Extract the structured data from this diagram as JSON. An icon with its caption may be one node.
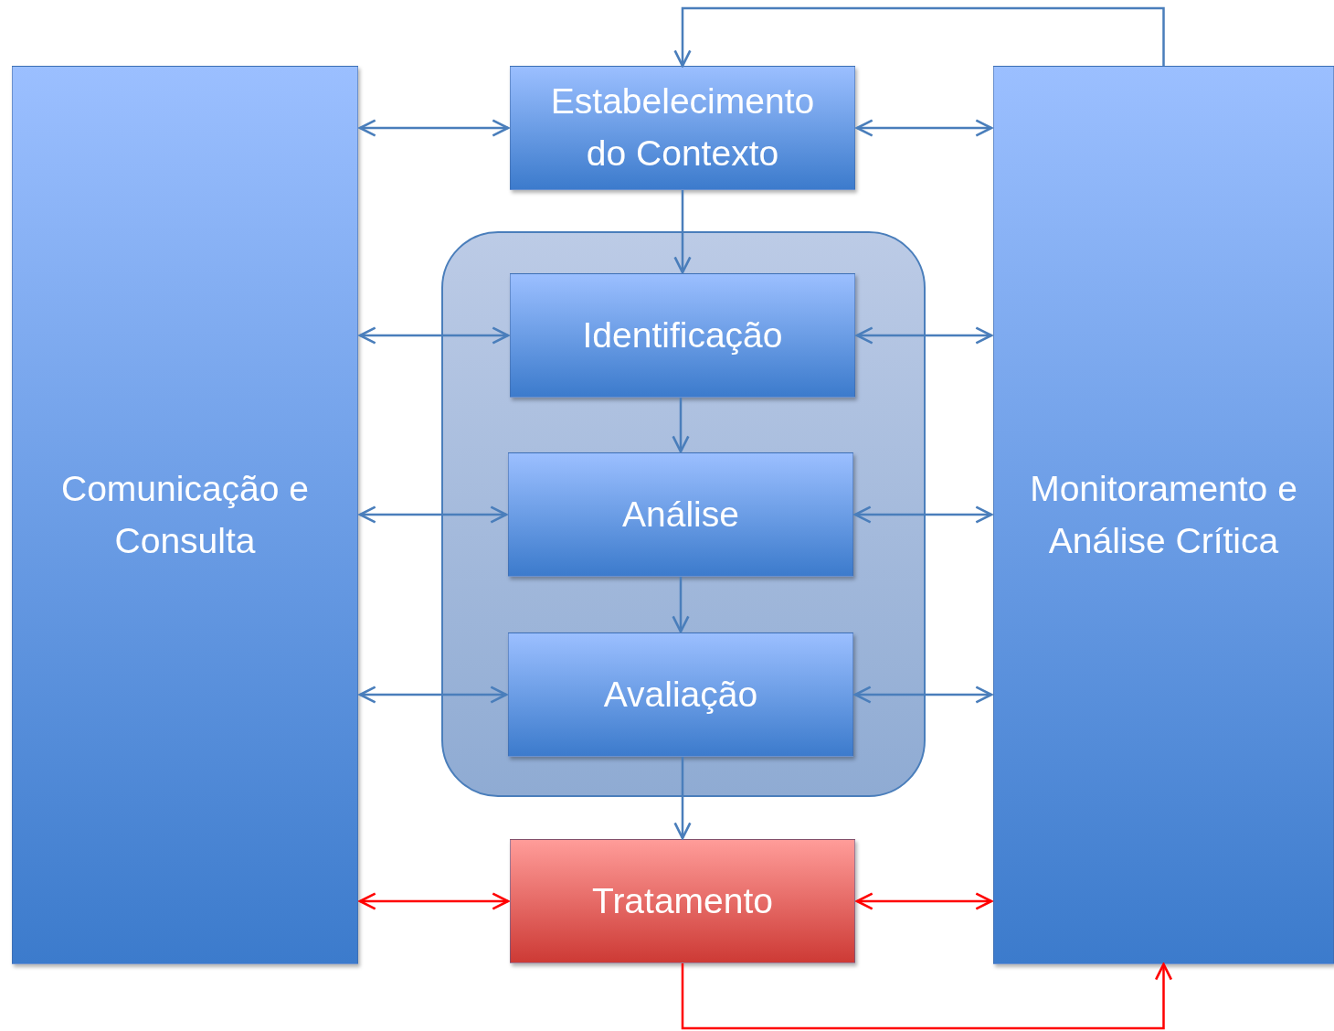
{
  "diagram": {
    "nodes": [
      {
        "text": [
          "Comunicação e Consulta"
        ]
      },
      {
        "text": [
          "Estabelecimento do Contexto"
        ]
      },
      {
        "text": [],
        "shape": "box"
      },
      {
        "text": [
          "Identificação"
        ],
        "in": 2
      },
      {
        "text": [
          "Análise"
        ],
        "in": 2
      },
      {
        "text": [
          "Avaliação"
        ],
        "in": 2
      },
      {
        "text": [
          "Tratamento"
        ]
      },
      {
        "text": [
          "Monitoramento e Análise Crítica"
        ]
      }
    ],
    "edges": [
      {
        "from": 0,
        "to": 1,
        "arrow": "both"
      },
      {
        "from": 1,
        "to": 7,
        "arrow": "both"
      },
      {
        "from": 7,
        "to": 1,
        "arrow": "to"
      },
      {
        "from": 1,
        "to": 3,
        "arrow": "to"
      },
      {
        "from": 0,
        "to": 3,
        "arrow": "both"
      },
      {
        "from": 3,
        "to": 7,
        "arrow": "both"
      },
      {
        "from": 3,
        "to": 4,
        "arrow": "to"
      },
      {
        "from": 0,
        "to": 4,
        "arrow": "both"
      },
      {
        "from": 4,
        "to": 7,
        "arrow": "both"
      },
      {
        "from": 4,
        "to": 5,
        "arrow": "to"
      },
      {
        "from": 0,
        "to": 5,
        "arrow": "both"
      },
      {
        "from": 5,
        "to": 7,
        "arrow": "both"
      },
      {
        "from": 5,
        "to": 6,
        "arrow": "to"
      },
      {
        "from": 0,
        "to": 6,
        "arrow": "both",
        "color": "#ff0000"
      },
      {
        "from": 6,
        "to": 7,
        "arrow": "both",
        "color": "#ff0000"
      },
      {
        "from": 6,
        "to": 7,
        "arrow": "to",
        "color": "#ff0000"
      }
    ]
  }
}
